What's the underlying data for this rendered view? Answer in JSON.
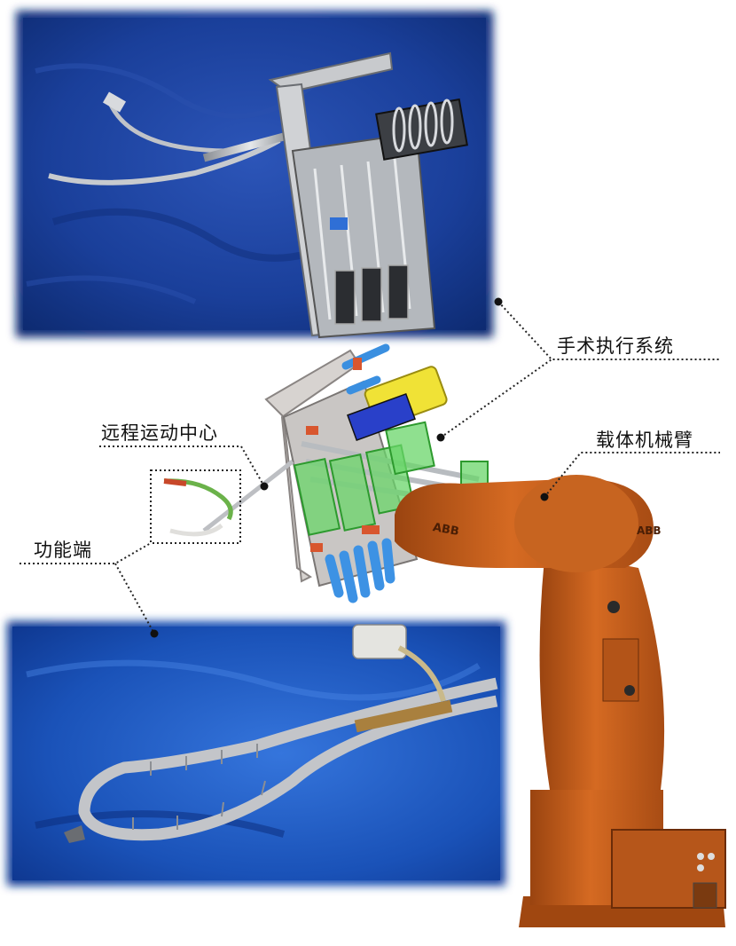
{
  "labels": {
    "surgical_system": "手术执行系统",
    "carrier_arm": "载体机械臂",
    "rcm": "远程运动中心",
    "end_effector": "功能端"
  },
  "robot_logo": "ABB",
  "colors": {
    "backdrop_blue": "#1a3f9a",
    "robot_orange": "#c8621c",
    "instrument_silver": "#b9bcc0",
    "cad_green": "#5fd35f",
    "cad_blue": "#3a8fe0",
    "cad_yellow": "#f0e030",
    "leader_line": "#222222"
  }
}
